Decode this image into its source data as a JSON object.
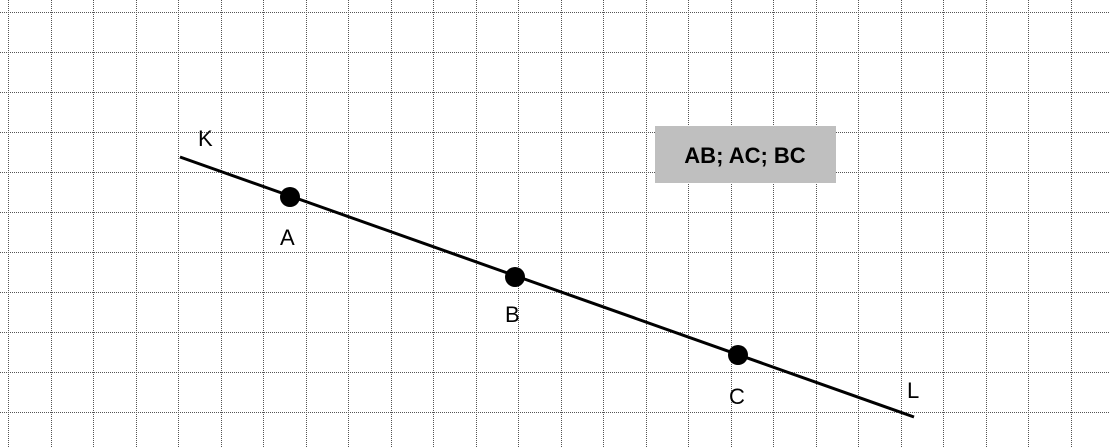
{
  "line_labels": {
    "start": "K",
    "end": "L"
  },
  "points": [
    {
      "name": "A"
    },
    {
      "name": "B"
    },
    {
      "name": "C"
    }
  ],
  "segments_box": {
    "text": "AB; AC; BC",
    "fill_color": "#bfbfbf"
  },
  "colors": {
    "line": "#000000",
    "grid": "#555555",
    "background": "#ffffff"
  }
}
